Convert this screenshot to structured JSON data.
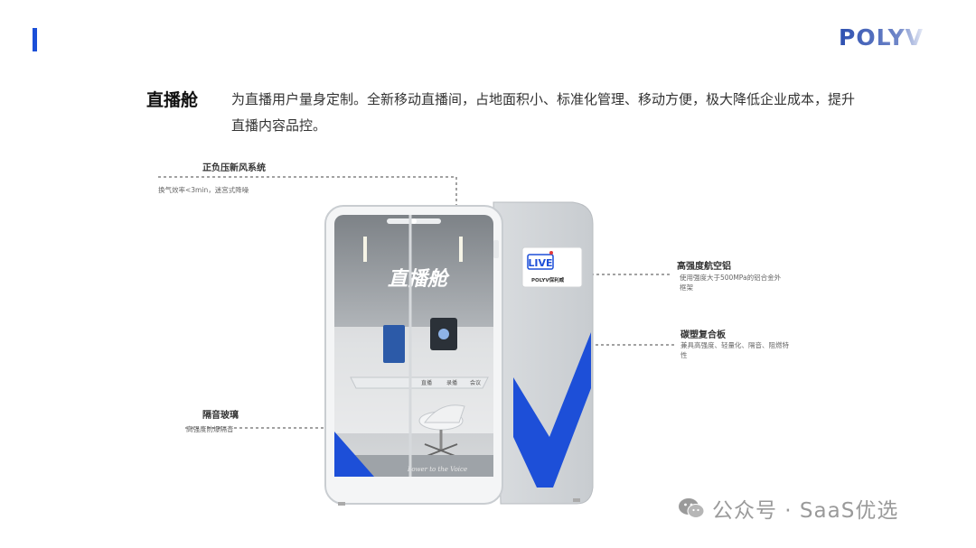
{
  "brand": {
    "logo_text": "POLYV",
    "accent_color": "#1b4fd8"
  },
  "heading": "直播舱",
  "description": "为直播用户量身定制。全新移动直播间，占地面积小、标准化管理、移动方便，极大降低企业成本，提升直播内容品控。",
  "features": [
    {
      "title": "正负压新风系统",
      "detail": "换气效率<3min，迷宫式降噪"
    },
    {
      "title": "高强度航空铝",
      "detail": "使用强度大于500MPa的铝合金外框架"
    },
    {
      "title": "碳塑复合板",
      "detail": "兼具高强度、轻量化、隔音、阻燃特性"
    },
    {
      "title": "隔音玻璃",
      "detail": "高强度防爆隔音"
    }
  ],
  "pod": {
    "wall_text": "直播舱",
    "panel_badge": "LIVE",
    "panel_brand": "POLYV保利威",
    "desk_buttons": [
      "直播",
      "录播",
      "会议"
    ],
    "floor_text": "Power to the Voice"
  },
  "watermark": {
    "icon": "wechat-icon",
    "text": "公众号 · SaaS优选"
  }
}
